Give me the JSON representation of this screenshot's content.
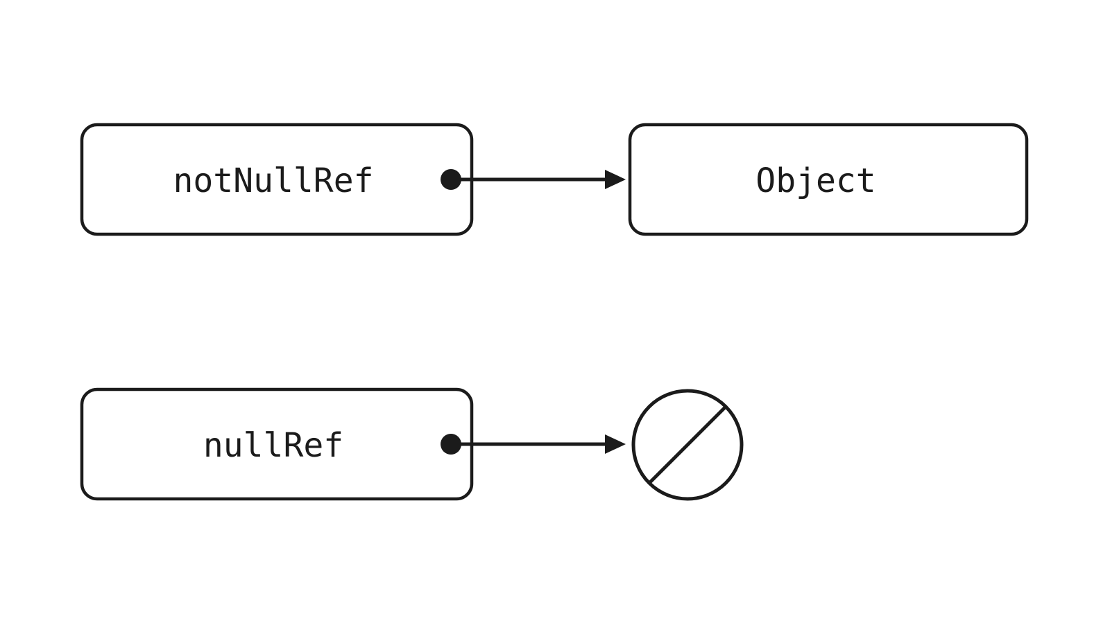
{
  "diagram": {
    "background_color": "#ffffff",
    "stroke_color": "#1b1b1b",
    "nodes": {
      "not_null_ref": {
        "label": "notNullRef",
        "type": "reference-variable"
      },
      "object": {
        "label": "Object",
        "type": "object-instance"
      },
      "null_ref": {
        "label": "nullRef",
        "type": "reference-variable"
      }
    },
    "edges": [
      {
        "from": "notNullRef",
        "to": "Object",
        "style": "dot-origin-arrow"
      },
      {
        "from": "nullRef",
        "to": "null-symbol",
        "style": "dot-origin-arrow"
      }
    ],
    "symbols": {
      "null_symbol": "crossed-circle"
    }
  }
}
